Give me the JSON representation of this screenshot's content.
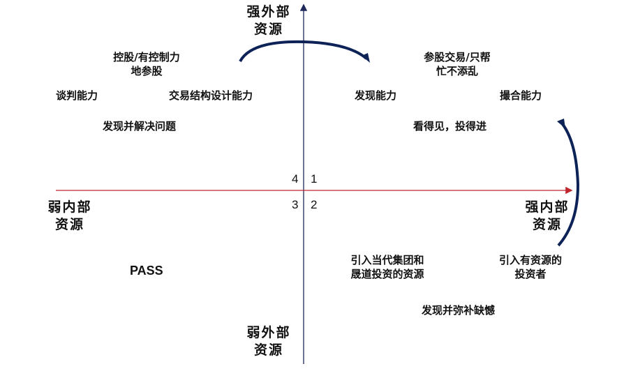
{
  "axes": {
    "top": [
      "强外部",
      "资源"
    ],
    "bottom": [
      "弱外部",
      "资源"
    ],
    "left": [
      "弱内部",
      "资源"
    ],
    "right": [
      "强内部",
      "资源"
    ],
    "quadrant_numbers": {
      "q1": "1",
      "q2": "2",
      "q3": "3",
      "q4": "4"
    },
    "colors": {
      "vertical": "#1f2a5a",
      "horizontal": "#c0262d",
      "arrows": "#0d2257"
    }
  },
  "quadrant4": {
    "items": [
      "控股/有控制力",
      "地参股",
      "谈判能力",
      "交易结构设计能力",
      "发现并解决问题"
    ]
  },
  "quadrant1": {
    "items": [
      "参股交易/只帮",
      "忙不添乱",
      "发现能力",
      "撮合能力",
      "看得见，投得进"
    ]
  },
  "quadrant3": {
    "items": [
      "PASS"
    ]
  },
  "quadrant2": {
    "items": [
      "引入当代集团和",
      "晟道投资的资源",
      "引入有资源的",
      "投资者",
      "发现并弥补缺憾"
    ]
  }
}
